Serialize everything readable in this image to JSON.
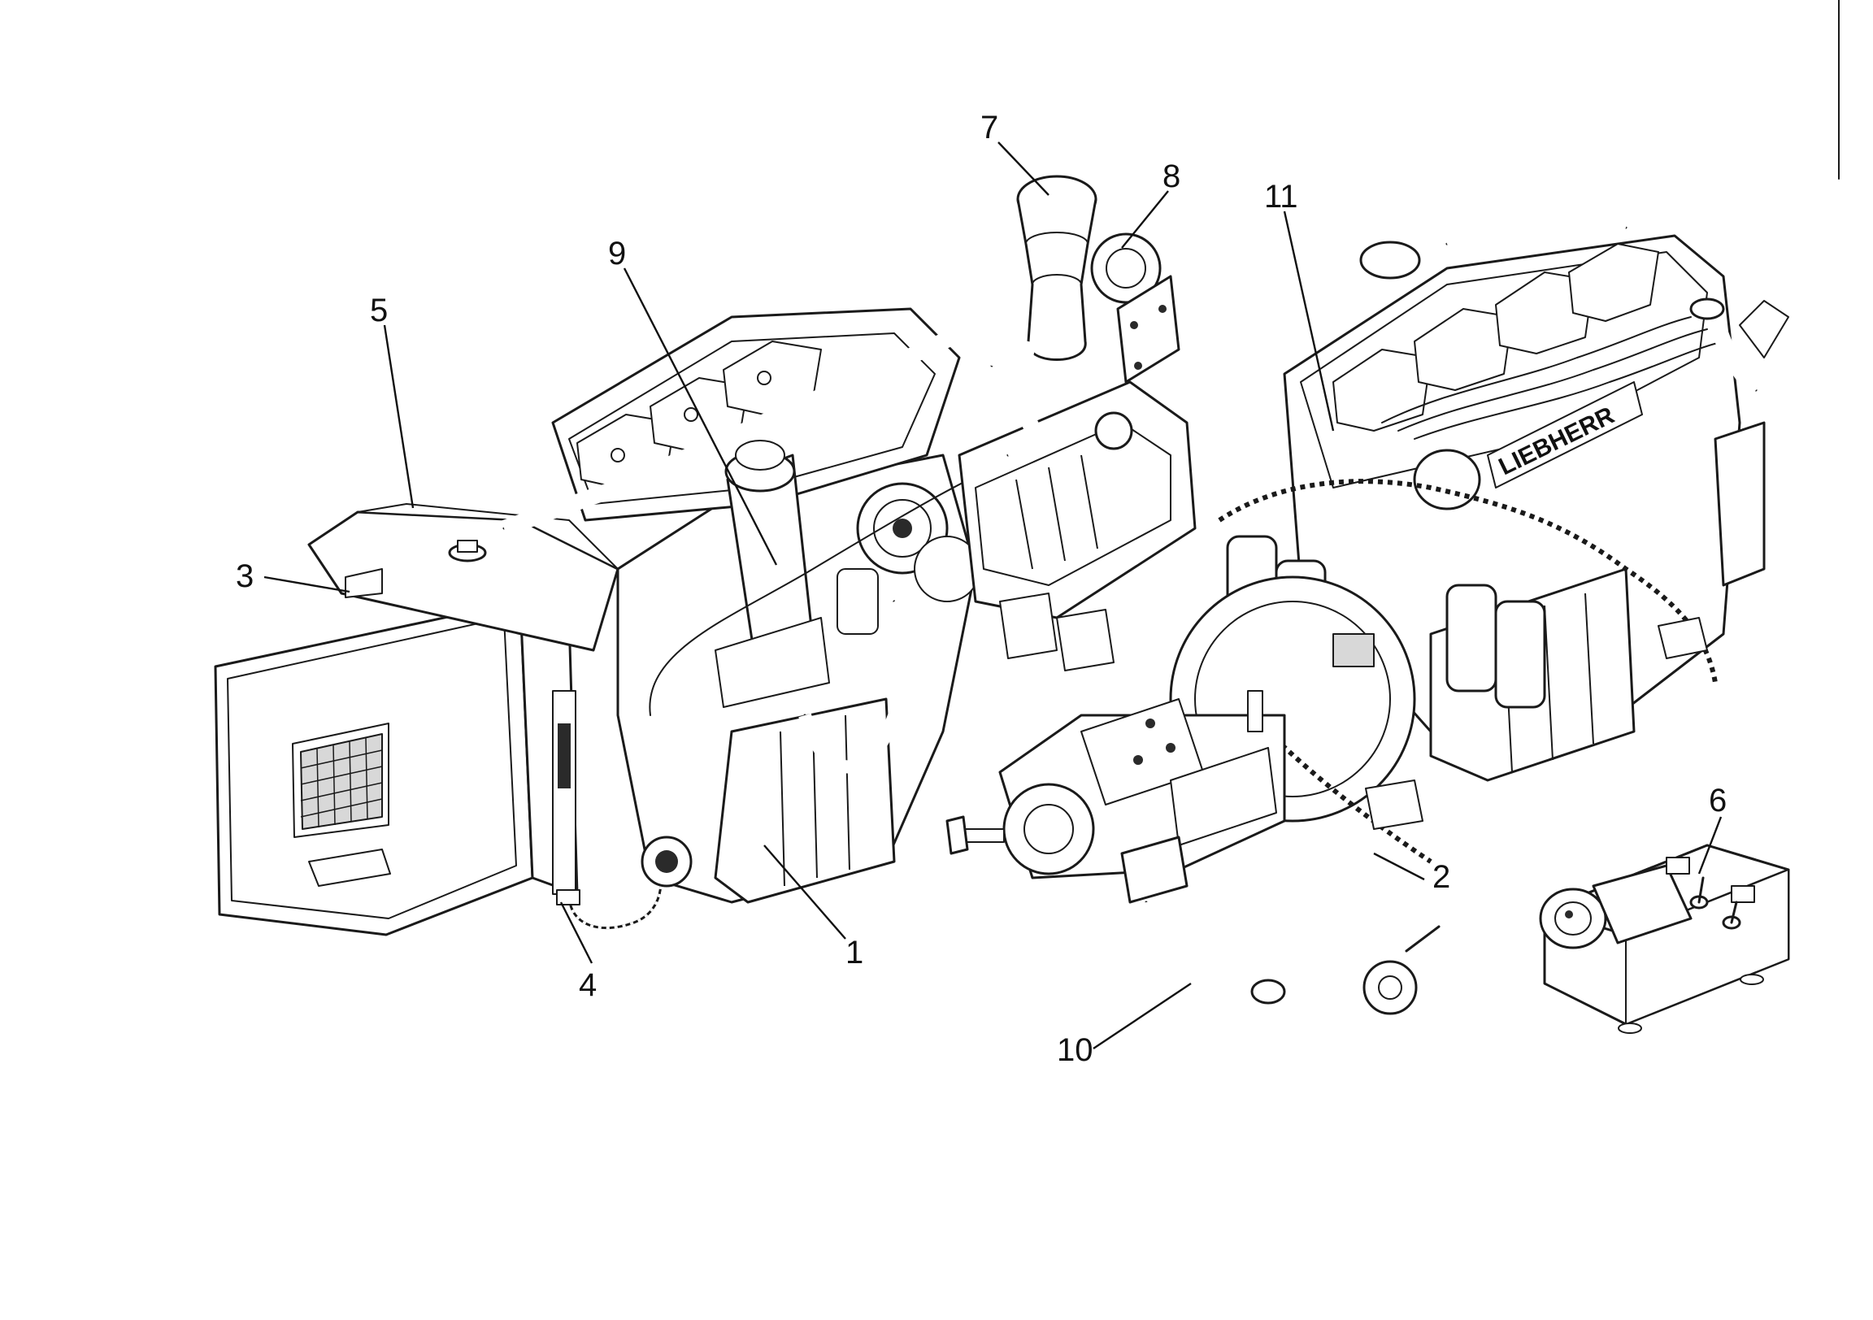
{
  "figure": {
    "background": "#ffffff",
    "ink_color": "#1a1a1a"
  },
  "callouts": [
    {
      "number": "1"
    },
    {
      "number": "2"
    },
    {
      "number": "3"
    },
    {
      "number": "4"
    },
    {
      "number": "5"
    },
    {
      "number": "6"
    },
    {
      "number": "7"
    },
    {
      "number": "8"
    },
    {
      "number": "9"
    },
    {
      "number": "10"
    },
    {
      "number": "11"
    }
  ],
  "engine_block_lettering": "LIEBHERR"
}
